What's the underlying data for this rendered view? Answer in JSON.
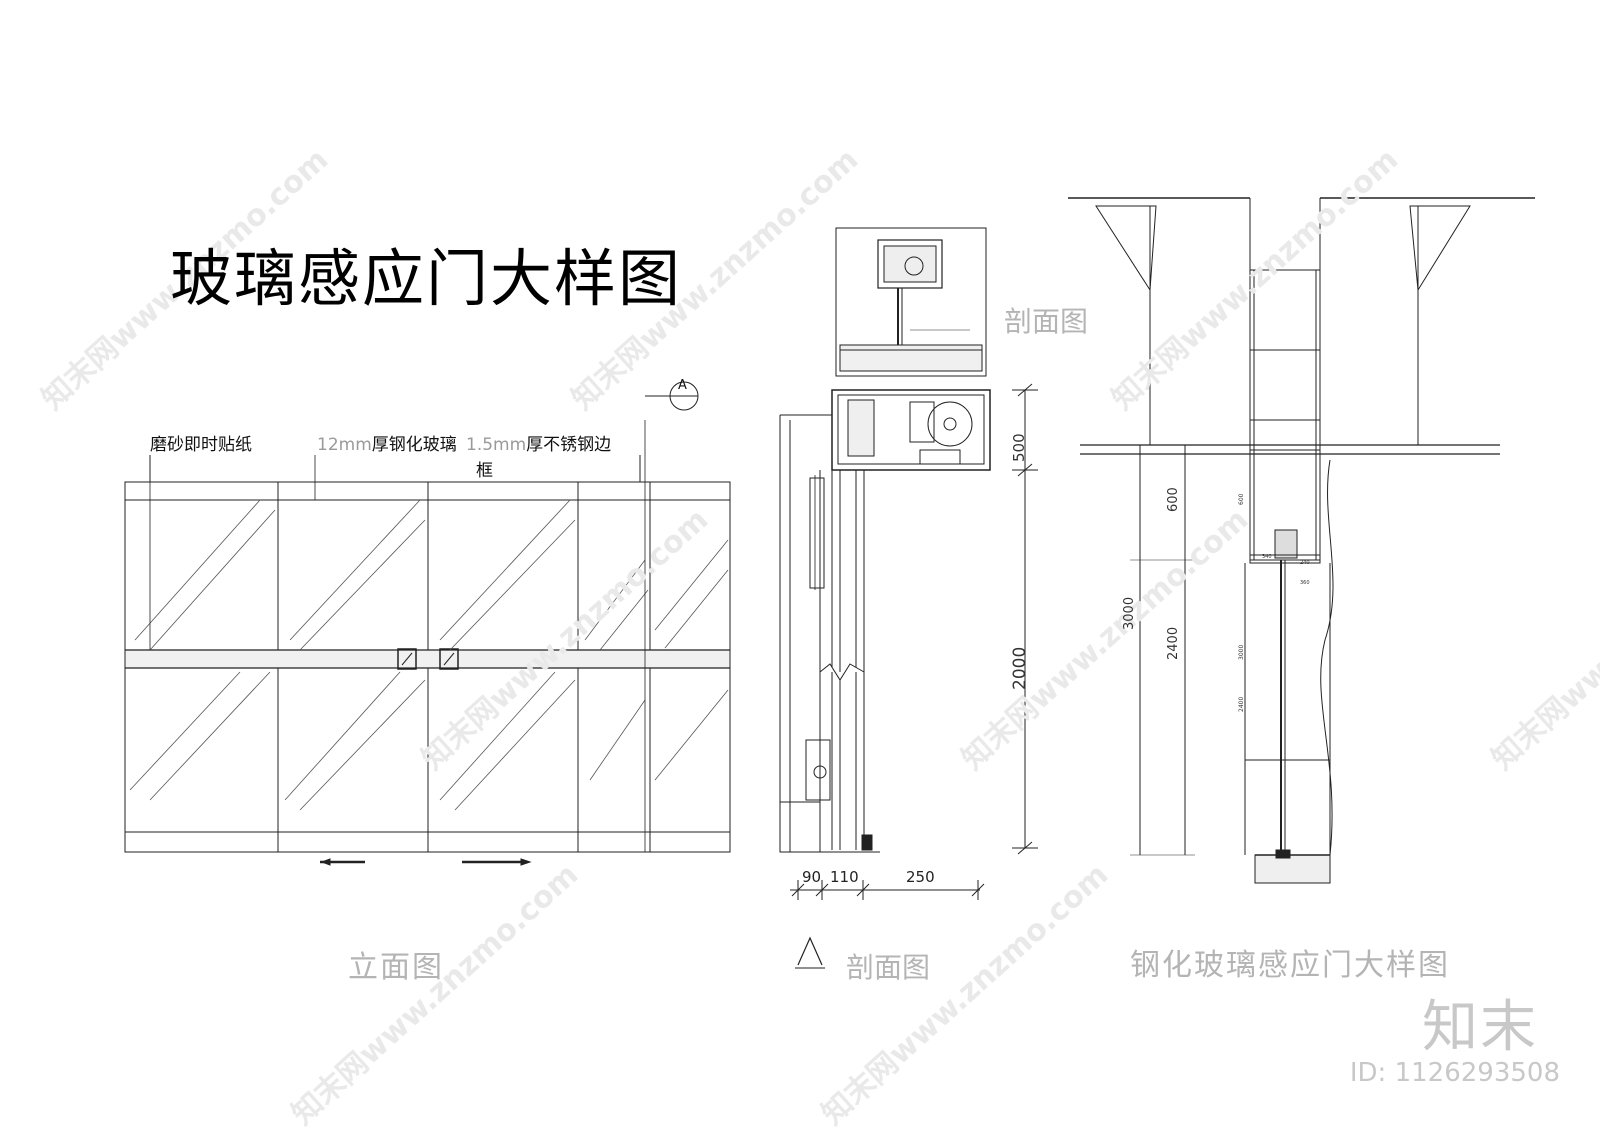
{
  "title": "玻璃感应门大样图",
  "elevation": {
    "note_film": "磨砂即时贴纸",
    "note_glass_value": "12mm",
    "note_glass_text": "厚钢化玻璃",
    "note_frame_value": "1.5mm",
    "note_frame_text": "厚不锈钢边",
    "note_frame_wrap": "框",
    "section_mark": "A",
    "caption": "立面图"
  },
  "section_a": {
    "inset_label": "剖面图",
    "dim_top": "500",
    "dim_main": "2000",
    "dim_bottom": [
      "90",
      "110",
      "250"
    ],
    "caption_symbol": "A",
    "caption": "剖面图"
  },
  "tempered_detail": {
    "dims_left": [
      "600",
      "3000",
      "2400"
    ],
    "dims_inner": [
      "600",
      "3000",
      "2400"
    ],
    "dims_small": [
      "340",
      "240",
      "360"
    ],
    "caption": "钢化玻璃感应门大样图"
  },
  "brand": "知末",
  "id_label": "ID: 1126293508",
  "watermark": "知末网www.znzmo.com"
}
